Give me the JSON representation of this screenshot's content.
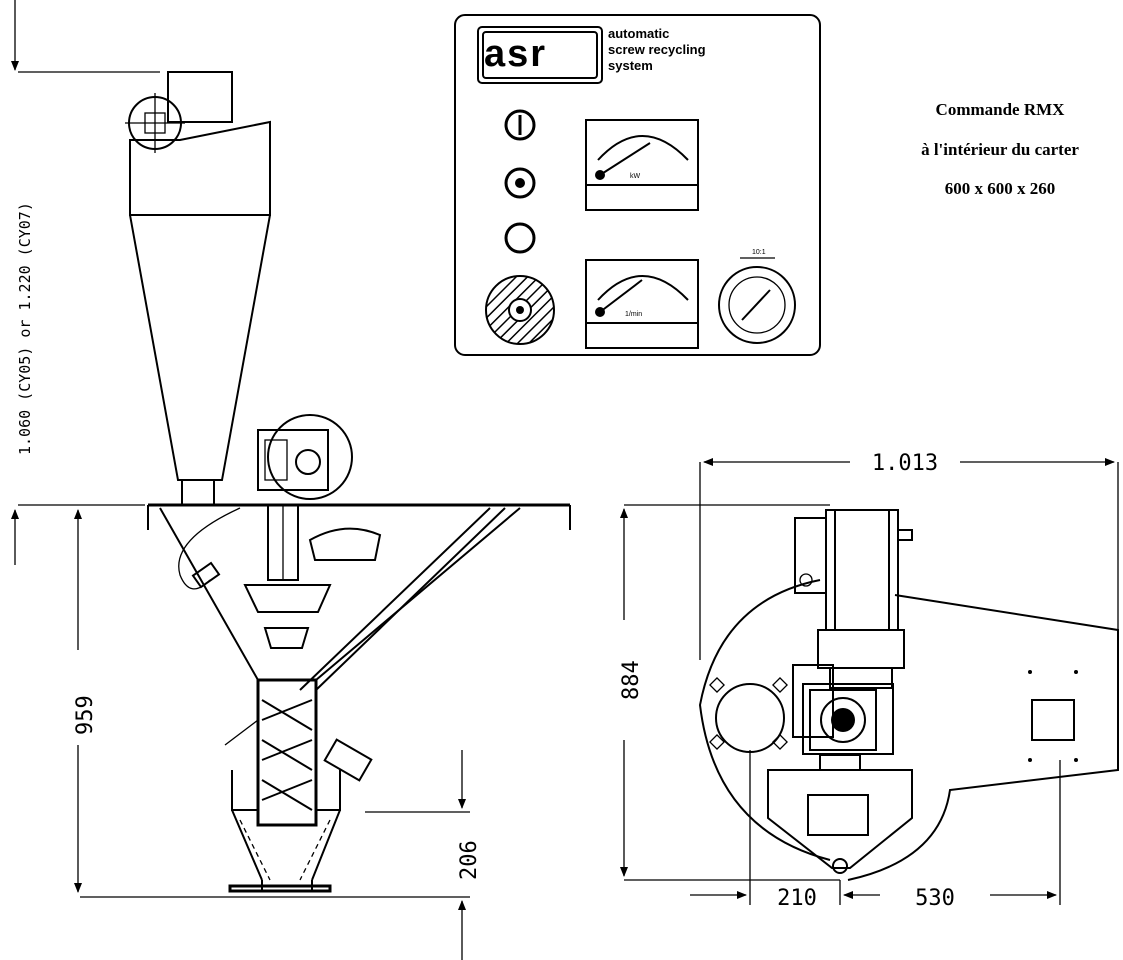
{
  "dimensions": {
    "cyclone_height": "1.060 (CY05) or 1.220 (CY07)",
    "hopper_height": "959",
    "outlet_height": "206",
    "width_total": "1.013",
    "depth": "884",
    "offset_left": "210",
    "offset_right": "530"
  },
  "note": {
    "line1": "Commande RMX",
    "line2": "à l'intérieur du carter",
    "line3": "600 x 600 x 260"
  },
  "panel": {
    "logo": "asr",
    "brand_line1": "automatic",
    "brand_line2": "screw recycling",
    "brand_line3": "system",
    "meter1_label": "kW",
    "meter2_label": "1/min",
    "dial_label": "10:1"
  },
  "colors": {
    "ink": "#000000",
    "paper": "#ffffff"
  }
}
